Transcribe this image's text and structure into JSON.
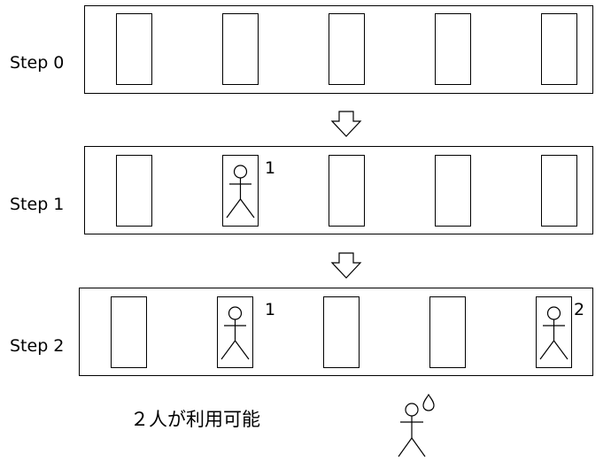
{
  "steps": [
    {
      "label": "Step 0",
      "occupants": []
    },
    {
      "label": "Step 1",
      "occupants": [
        {
          "stall": 2,
          "number": "1"
        }
      ]
    },
    {
      "label": "Step 2",
      "occupants": [
        {
          "stall": 2,
          "number": "1"
        },
        {
          "stall": 5,
          "number": "2"
        }
      ]
    }
  ],
  "stalls_per_step": 5,
  "footer": {
    "caption": "２人が利用可能"
  },
  "colors": {
    "line": "#000000",
    "background": "#ffffff"
  }
}
